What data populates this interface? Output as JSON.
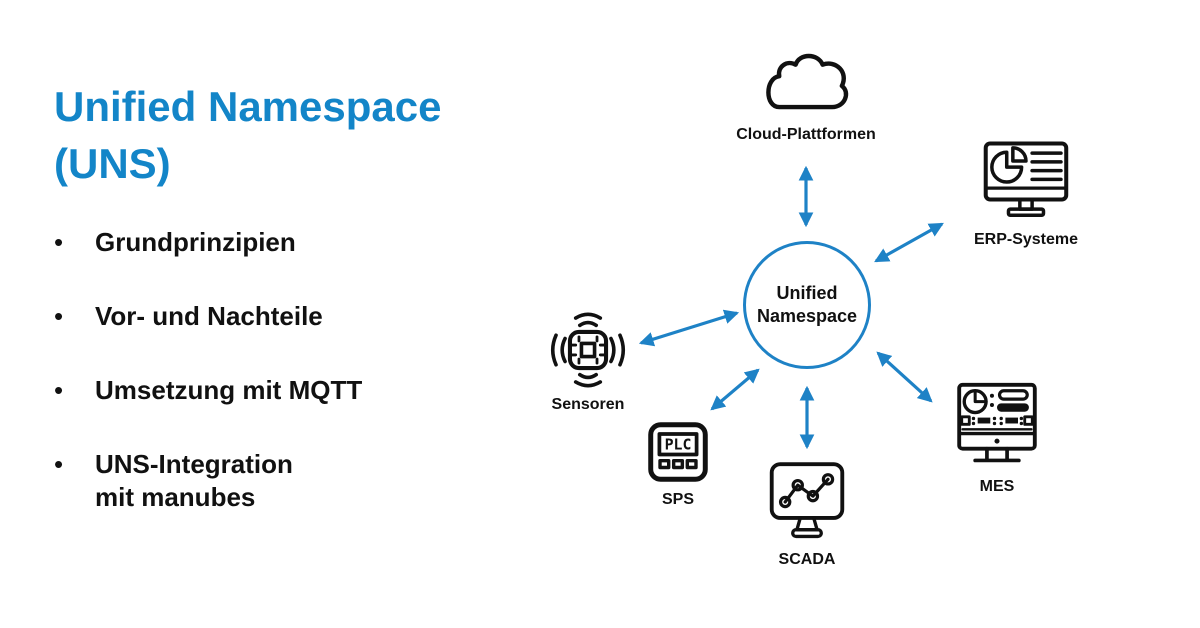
{
  "colors": {
    "accent_blue": "#1385c8",
    "arrow_blue": "#1e82c6",
    "text_dark": "#111111",
    "background": "#ffffff"
  },
  "sidebar": {
    "title": "Unified Namespace\n(UNS)",
    "bullet_marker": "•",
    "bullets": [
      "Grundprinzipien",
      "Vor- und Nachteile",
      "Umsetzung mit MQTT",
      "UNS-Integration\nmit manubes"
    ]
  },
  "diagram": {
    "center": {
      "label": "Unified\nNamespace"
    },
    "plc_screen_text": "PLC",
    "nodes": [
      {
        "id": "cloud",
        "label": "Cloud-Plattformen",
        "icon": "cloud-icon"
      },
      {
        "id": "erp",
        "label": "ERP-Systeme",
        "icon": "monitor-pie-chart-icon"
      },
      {
        "id": "mes",
        "label": "MES",
        "icon": "monitor-dashboard-icon"
      },
      {
        "id": "scada",
        "label": "SCADA",
        "icon": "monitor-line-chart-icon"
      },
      {
        "id": "sps",
        "label": "SPS",
        "icon": "plc-device-icon"
      },
      {
        "id": "sensoren",
        "label": "Sensoren",
        "icon": "sensor-chip-icon"
      }
    ]
  }
}
